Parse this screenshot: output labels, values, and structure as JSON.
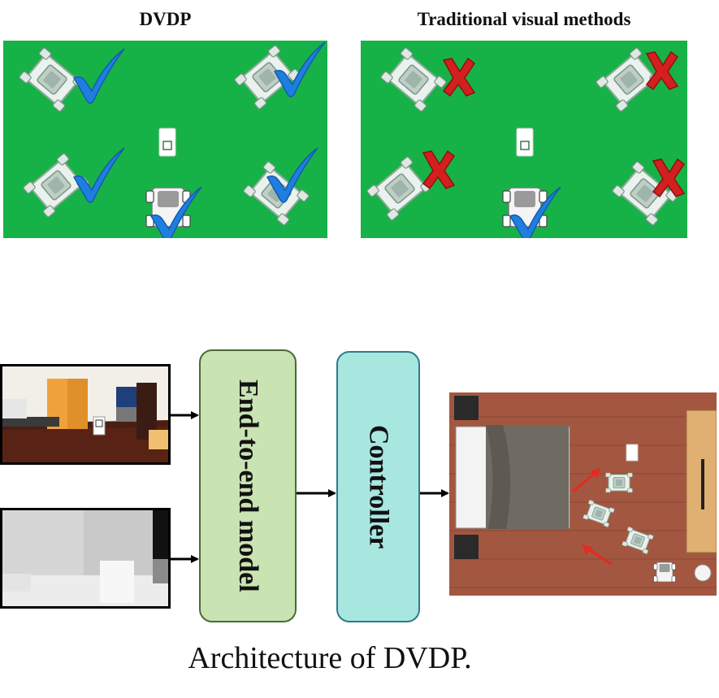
{
  "top_panels": {
    "left_title": "DVDP",
    "right_title": "Traditional visual methods"
  },
  "diagram": {
    "model_label": "End-to-end model",
    "controller_label": "Controller"
  },
  "caption": "Architecture of DVDP.",
  "colors": {
    "field_green": "#17b247",
    "check_blue": "#1f7fe0",
    "cross_red": "#d41f1f",
    "model_box_fill": "#c9e3b2",
    "controller_box_fill": "#a8e6e0"
  },
  "icons": {
    "success": "check-icon",
    "failure": "cross-icon",
    "robot": "robot-icon"
  }
}
